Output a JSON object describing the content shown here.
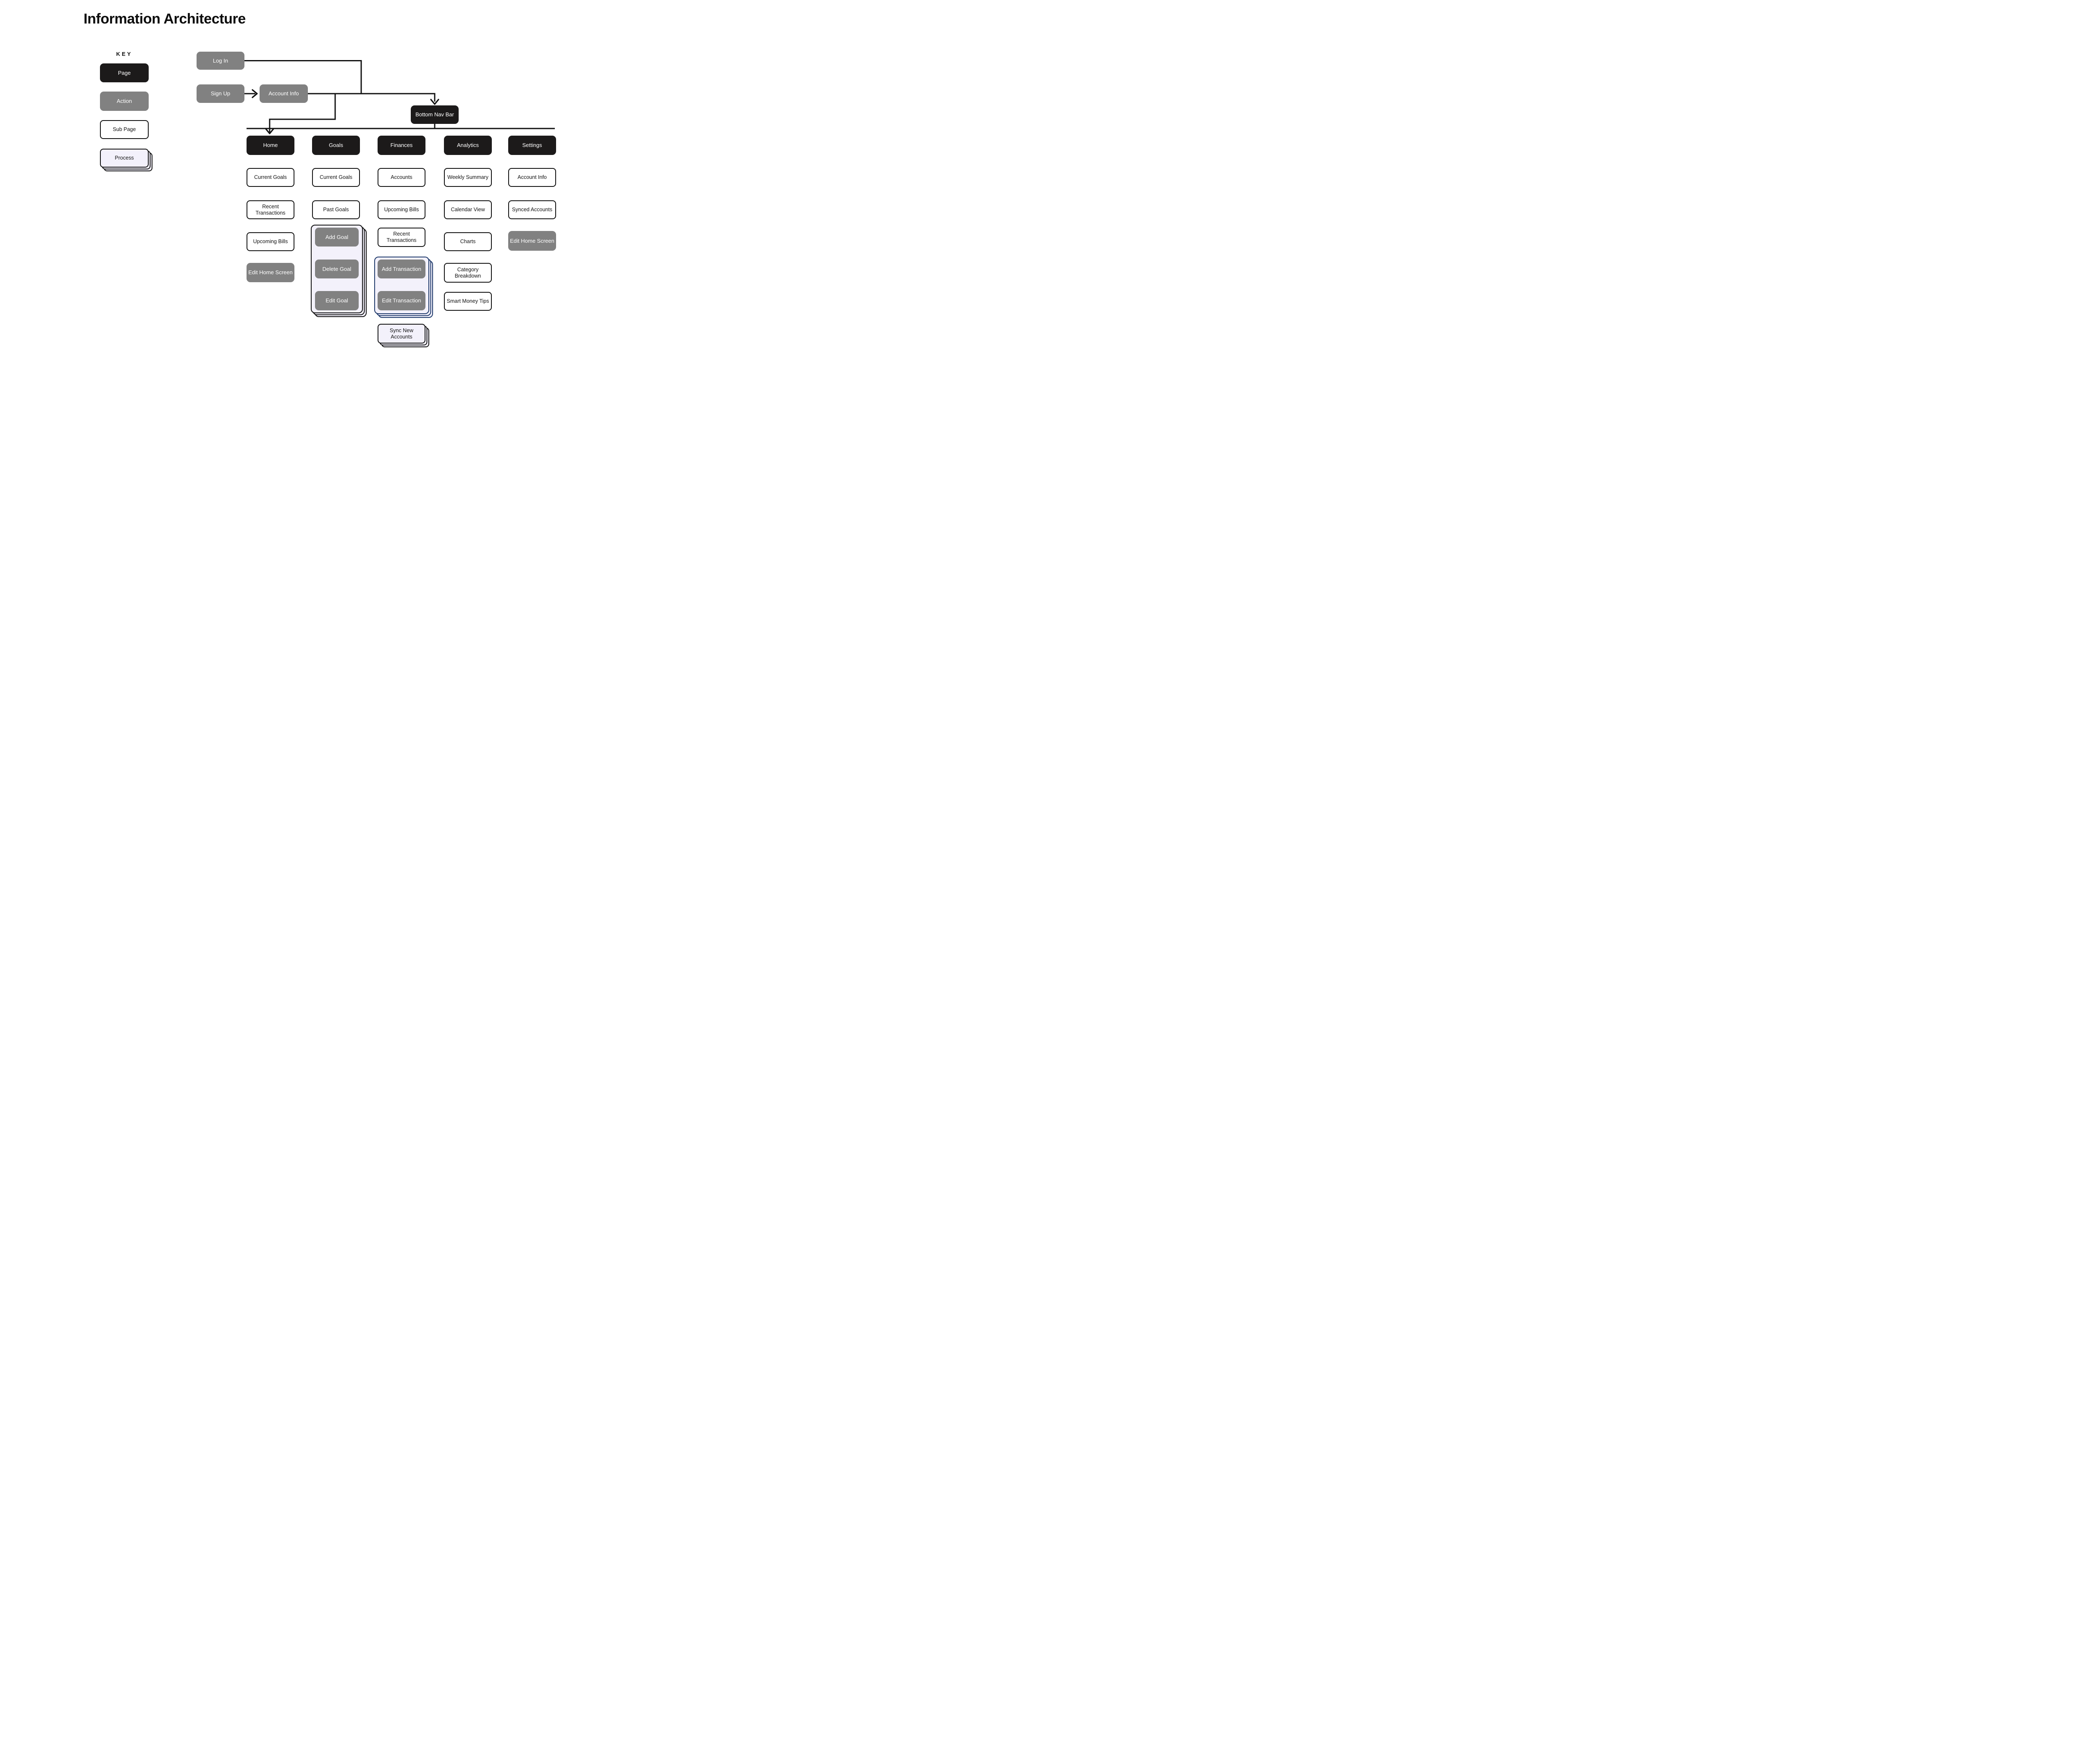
{
  "title": "Information Architecture",
  "key": {
    "heading": "KEY",
    "items": {
      "page": "Page",
      "action": "Action",
      "sub_page": "Sub Page",
      "process": "Process"
    }
  },
  "flow": {
    "log_in": "Log In",
    "sign_up": "Sign Up",
    "account_info": "Account Info",
    "bottom_nav_bar": "Bottom Nav Bar"
  },
  "columns": {
    "home": {
      "title": "Home",
      "items": [
        "Current Goals",
        "Recent Transactions",
        "Upcoming Bills"
      ],
      "action": "Edit Home Screen"
    },
    "goals": {
      "title": "Goals",
      "items": [
        "Current Goals",
        "Past Goals"
      ],
      "process_group": [
        "Add Goal",
        "Delete Goal",
        "Edit Goal"
      ]
    },
    "finances": {
      "title": "Finances",
      "items": [
        "Accounts",
        "Upcoming Bills",
        "Recent Transactions"
      ],
      "process_group": [
        "Add Transaction",
        "Edit Transaction"
      ],
      "process_page": "Sync New Accounts"
    },
    "analytics": {
      "title": "Analytics",
      "items": [
        "Weekly Summary",
        "Calendar View",
        "Charts",
        "Category Breakdown",
        "Smart Money Tips"
      ]
    },
    "settings": {
      "title": "Settings",
      "items": [
        "Account Info",
        "Synced Accounts"
      ],
      "action": "Edit Home Screen"
    }
  },
  "colors": {
    "page-bg": "#1c1a1a",
    "action-bg": "#818181",
    "process-fill": "#f3f1fb",
    "process-border-blue": "#1f3a6b",
    "outline": "#111111",
    "line": "#111111"
  }
}
